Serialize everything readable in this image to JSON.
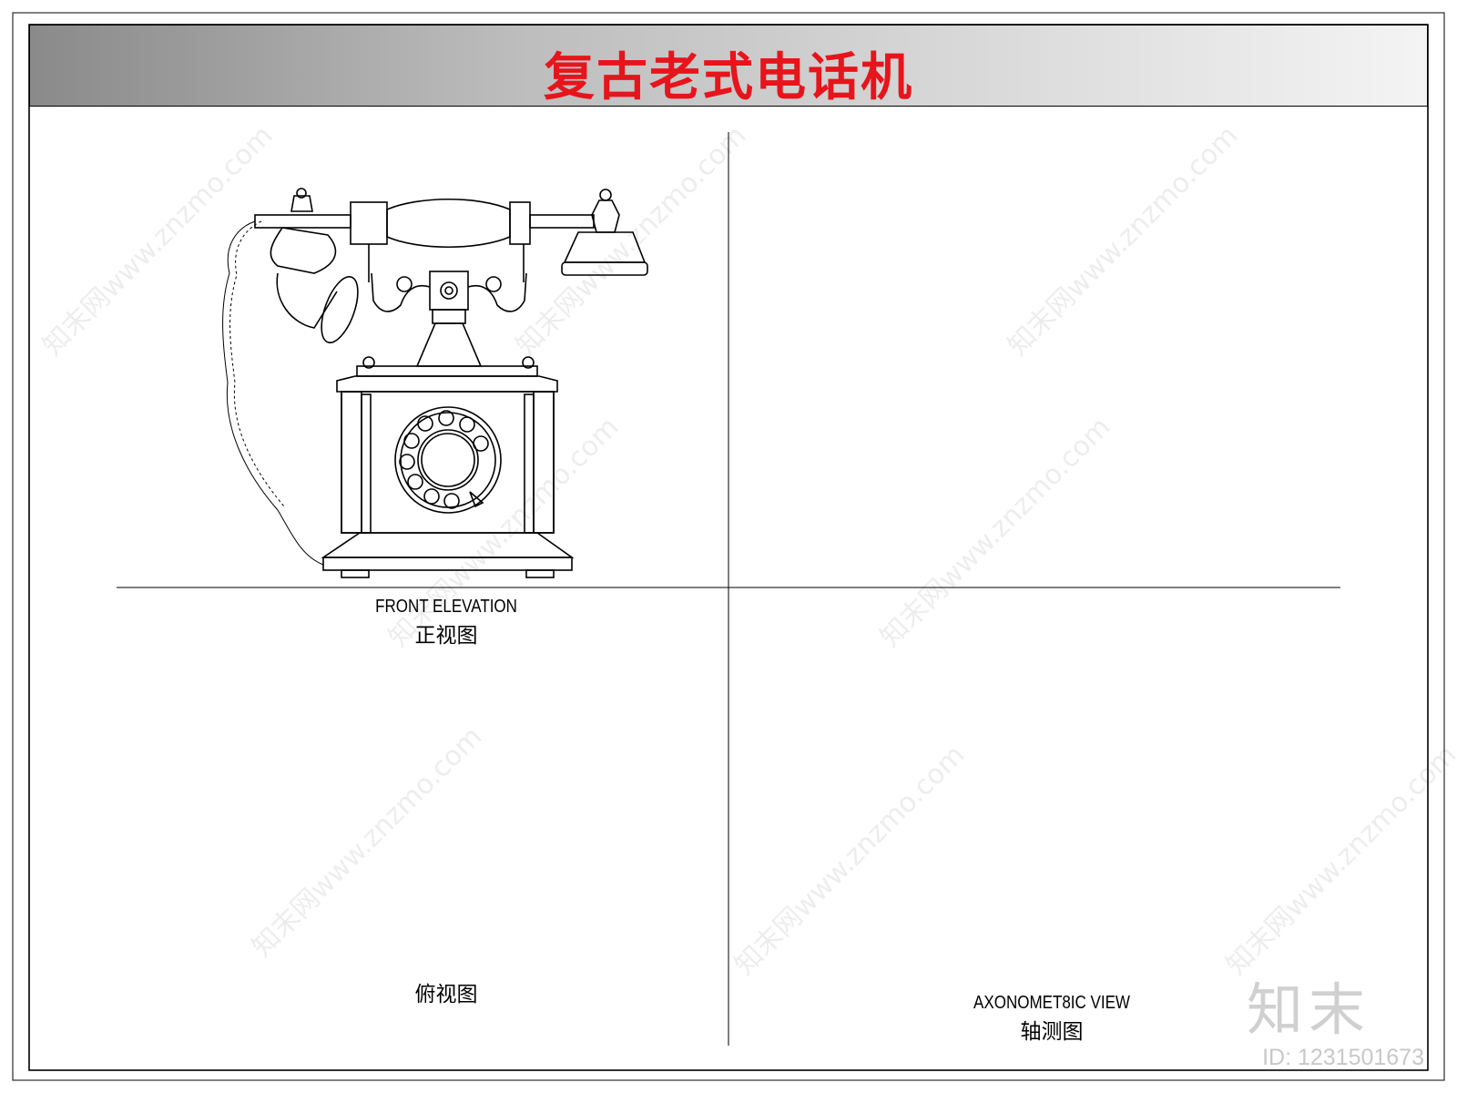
{
  "title": "复古老式电话机",
  "views": {
    "front": {
      "label_en": "FRONT ELEVATION",
      "label_cn": "正视图"
    },
    "top": {
      "label_cn": "俯视图"
    },
    "side": {},
    "axonometric": {
      "label_en": "AXONOMET8IC VIEW",
      "label_cn": "轴测图"
    }
  },
  "watermark": {
    "text": "知末网www.znzmo.com"
  },
  "brand": {
    "name": "知末",
    "doc_id": "ID: 1231501673"
  },
  "colors": {
    "title": "#e8141b",
    "frame": "#000000",
    "watermark": "#c8c8c8"
  }
}
